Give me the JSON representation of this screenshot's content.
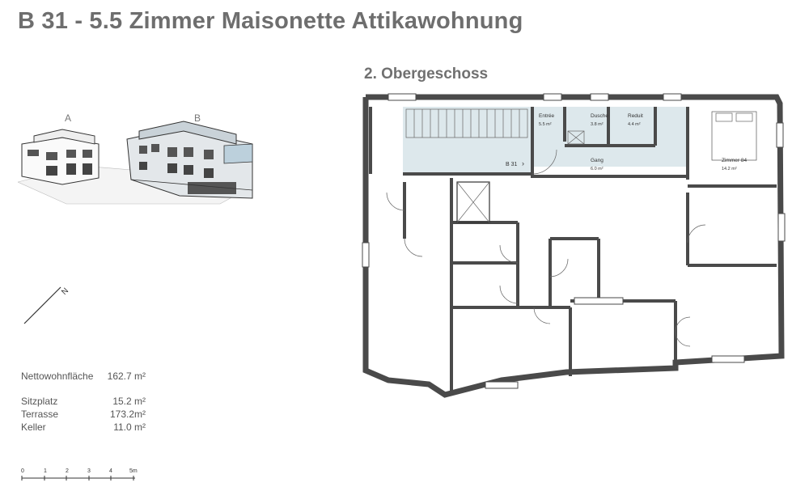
{
  "title": "B 31 - 5.5 Zimmer Maisonette Attikawohnung",
  "floor": "2. Obergeschoss",
  "building_labels": [
    "A",
    "B"
  ],
  "north_label": "N",
  "areas": [
    {
      "label": "Nettowohnfläche",
      "value": "162.7 m²"
    },
    {
      "label": "Sitzplatz",
      "value": "15.2 m²"
    },
    {
      "label": "Terrasse",
      "value": "173.2m²"
    },
    {
      "label": "Keller",
      "value": "11.0 m²"
    }
  ],
  "scale": {
    "ticks": [
      "0",
      "1",
      "2",
      "3",
      "4",
      "5m"
    ]
  },
  "unit_label": "B 31",
  "rooms": [
    {
      "name": "Entrée",
      "area": "5.5 m²"
    },
    {
      "name": "Dusche",
      "area": "3.8 m²"
    },
    {
      "name": "Reduit",
      "area": "4.4 m²"
    },
    {
      "name": "Gang",
      "area": "6.0 m²"
    },
    {
      "name": "Zimmer 84",
      "area": "14.2 m²"
    }
  ],
  "colors": {
    "highlight": "#dde8ec",
    "wall": "#4a4a4a",
    "text": "#6e6e6e"
  }
}
